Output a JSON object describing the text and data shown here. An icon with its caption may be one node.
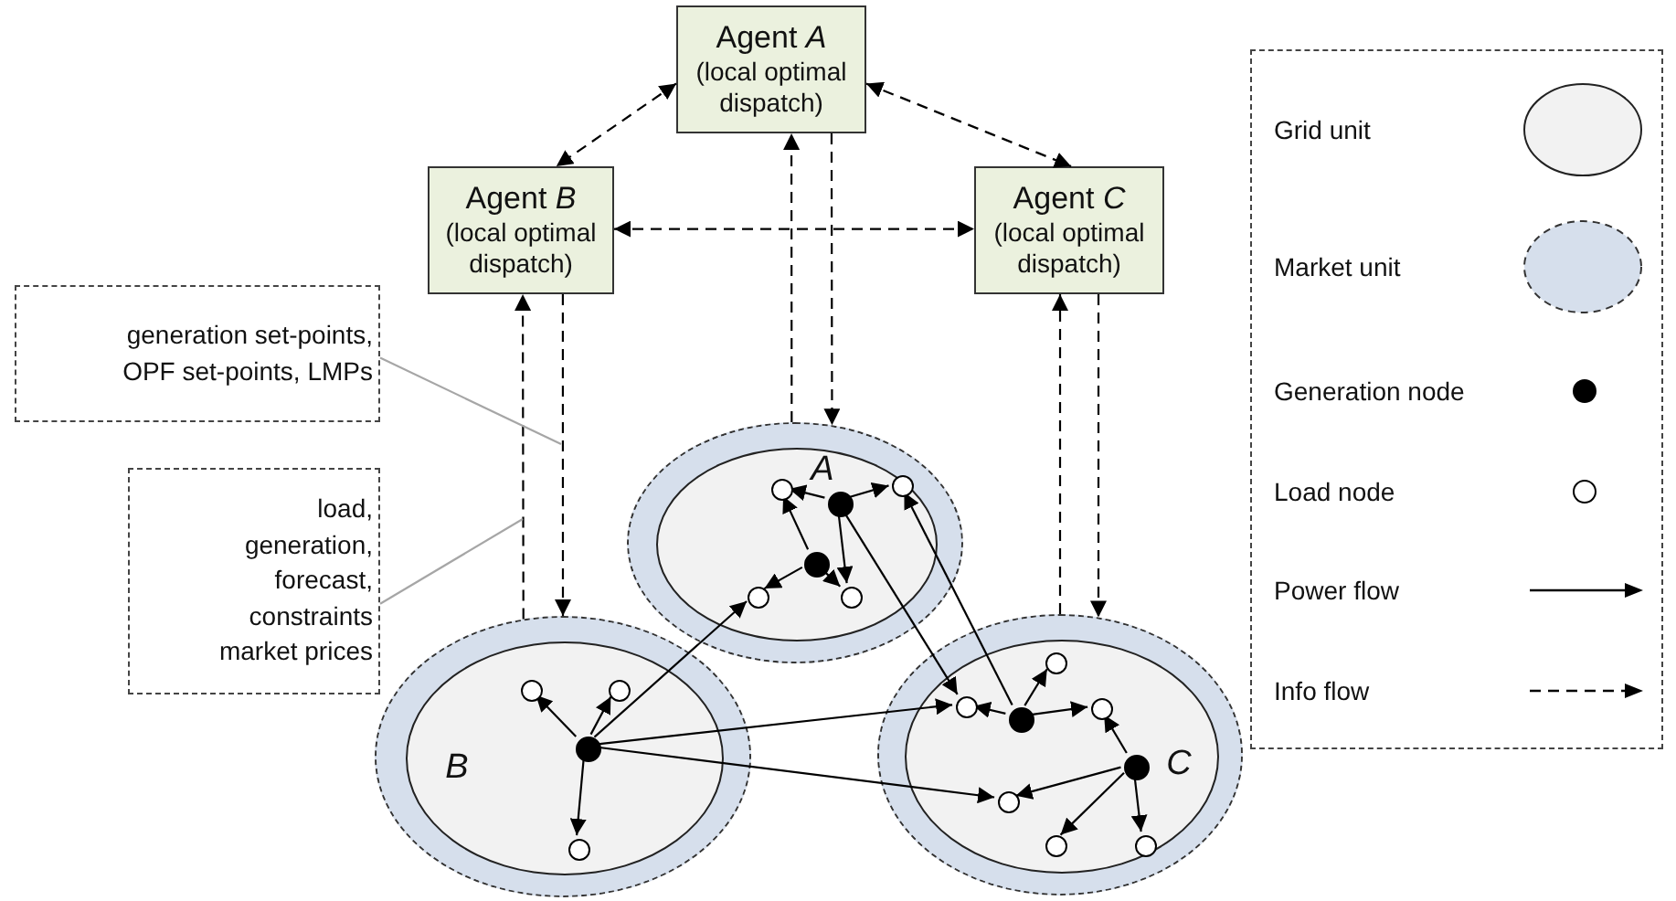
{
  "diagram": {
    "nodes": [
      {
        "text": [
          "Agent *A*",
          "(local optimal dispatch)"
        ]
      },
      {
        "text": [
          "Agent *B*",
          "(local optimal dispatch)"
        ]
      },
      {
        "text": [
          "Agent *C*",
          "(local optimal dispatch)"
        ]
      },
      {
        "text": [
          "generation set-points, OPF set-points, LMPs"
        ]
      },
      {
        "text": [
          "load, generation, forecast, constraints market prices"
        ]
      },
      {
        "text": [],
        "shape": "ellipse"
      },
      {
        "text": [
          "A"
        ],
        "in": 5
      },
      {
        "text": [],
        "shape": "dot",
        "in": 6
      },
      {
        "text": [],
        "shape": "circle",
        "in": 6
      },
      {
        "text": [],
        "shape": "circle",
        "in": 6
      },
      {
        "text": [],
        "shape": "dot",
        "in": 6
      },
      {
        "text": [],
        "shape": "circle",
        "in": 6
      },
      {
        "text": [],
        "shape": "circle",
        "in": 6
      },
      {
        "text": [],
        "shape": "ellipse"
      },
      {
        "text": [
          "B"
        ],
        "in": 13
      },
      {
        "text": [],
        "shape": "dot",
        "in": 14
      },
      {
        "text": [],
        "shape": "circle",
        "in": 14
      },
      {
        "text": [],
        "shape": "circle",
        "in": 14
      },
      {
        "text": [],
        "shape": "circle",
        "in": 14
      },
      {
        "text": [],
        "shape": "ellipse"
      },
      {
        "text": [
          "C"
        ],
        "in": 19
      },
      {
        "text": [],
        "shape": "circle",
        "in": 20
      },
      {
        "text": [],
        "shape": "circle",
        "in": 20
      },
      {
        "text": [],
        "shape": "dot",
        "in": 20
      },
      {
        "text": [],
        "shape": "circle",
        "in": 20
      },
      {
        "text": [],
        "shape": "dot",
        "in": 20
      },
      {
        "text": [],
        "shape": "circle",
        "in": 20
      },
      {
        "text": [],
        "shape": "circle",
        "in": 20
      },
      {
        "text": [],
        "shape": "circle",
        "in": 20
      }
    ],
    "edges": [
      {
        "from": 0,
        "to": 1,
        "arrow": "both",
        "style": "dashed"
      },
      {
        "from": 0,
        "to": 2,
        "arrow": "both",
        "style": "dashed"
      },
      {
        "from": 1,
        "to": 2,
        "arrow": "both",
        "style": "dashed"
      },
      {
        "from": 5,
        "to": 0,
        "arrow": "to",
        "style": "dashed"
      },
      {
        "from": 0,
        "to": 5,
        "arrow": "to",
        "style": "dashed"
      },
      {
        "from": 13,
        "to": 1,
        "arrow": "to",
        "style": "dashed"
      },
      {
        "from": 1,
        "to": 13,
        "arrow": "to",
        "style": "dashed"
      },
      {
        "from": 19,
        "to": 2,
        "arrow": "to",
        "style": "dashed"
      },
      {
        "from": 2,
        "to": 19,
        "arrow": "to",
        "style": "dashed"
      },
      {
        "from": 3,
        "to": null,
        "arrow": "none",
        "color": "#a6a6a6"
      },
      {
        "from": 4,
        "to": null,
        "arrow": "none",
        "color": "#a6a6a6"
      },
      {
        "from": 7,
        "to": 8,
        "arrow": "to"
      },
      {
        "from": 7,
        "to": 9,
        "arrow": "to"
      },
      {
        "from": 10,
        "to": 8,
        "arrow": "to"
      },
      {
        "from": 7,
        "to": 12,
        "arrow": "to"
      },
      {
        "from": 10,
        "to": 12,
        "arrow": "to"
      },
      {
        "from": 10,
        "to": 11,
        "arrow": "to"
      },
      {
        "from": 15,
        "to": 16,
        "arrow": "to"
      },
      {
        "from": 15,
        "to": 17,
        "arrow": "to"
      },
      {
        "from": 15,
        "to": 18,
        "arrow": "to"
      },
      {
        "from": 15,
        "to": 11,
        "arrow": "to"
      },
      {
        "from": 15,
        "to": 22,
        "arrow": "to"
      },
      {
        "from": 15,
        "to": 26,
        "arrow": "to"
      },
      {
        "from": 7,
        "to": 22,
        "arrow": "to"
      },
      {
        "from": 23,
        "to": 9,
        "arrow": "to"
      },
      {
        "from": 23,
        "to": 22,
        "arrow": "to"
      },
      {
        "from": 23,
        "to": 24,
        "arrow": "to"
      },
      {
        "from": 23,
        "to": 21,
        "arrow": "to"
      },
      {
        "from": 25,
        "to": 24,
        "arrow": "to"
      },
      {
        "from": 25,
        "to": 26,
        "arrow": "to"
      },
      {
        "from": 25,
        "to": 27,
        "arrow": "to"
      },
      {
        "from": 25,
        "to": 28,
        "arrow": "to"
      }
    ],
    "legend": [
      {
        "text": "Grid unit"
      },
      {
        "text": "Market unit"
      },
      {
        "text": "Generation node"
      },
      {
        "text": "Load node"
      },
      {
        "text": "Power flow"
      },
      {
        "text": "Info flow"
      }
    ]
  }
}
